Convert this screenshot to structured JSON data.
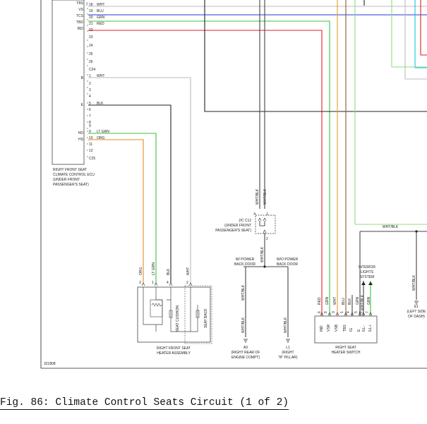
{
  "ecu": {
    "pins_top": [
      {
        "name": "TBS",
        "num": "18",
        "wire": "WHT"
      },
      {
        "name": "VS",
        "num": "19",
        "wire": "BLU"
      },
      {
        "name": "TCS",
        "num": "20",
        "wire": "GRN"
      },
      {
        "name": "TBD",
        "num": "21",
        "wire": "RED"
      },
      {
        "name": "IND",
        "num": "22",
        "wire": ""
      }
    ],
    "pins_mid": [
      "23",
      "24",
      "25",
      "26",
      "C24"
    ],
    "pins_lower": [
      {
        "name": "B",
        "num": "1",
        "wire": "WHT"
      },
      {
        "name": "",
        "num": "2",
        "wire": ""
      },
      {
        "name": "",
        "num": "3",
        "wire": ""
      },
      {
        "name": "",
        "num": "4",
        "wire": ""
      },
      {
        "name": "E",
        "num": "5",
        "wire": "BLK"
      },
      {
        "name": "",
        "num": "6",
        "wire": ""
      },
      {
        "name": "",
        "num": "7",
        "wire": ""
      },
      {
        "name": "",
        "num": "8",
        "wire": ""
      },
      {
        "name": "",
        "num": "9",
        "wire": ""
      },
      {
        "name": "HD",
        "num": "9",
        "wire": "LT GRN"
      },
      {
        "name": "HS",
        "num": "10",
        "wire": "ORG"
      },
      {
        "name": "",
        "num": "11",
        "wire": ""
      },
      {
        "name": "",
        "num": "12",
        "wire": ""
      },
      {
        "name": "",
        "num": "C25",
        "wire": ""
      }
    ],
    "label_lines": [
      "RIGHT FRONT SEAT",
      "CLIMATE CONTROL ECU",
      "(UNDER FRONT",
      "PASSENGER'S SEAT)"
    ]
  },
  "jc": {
    "label_lines": [
      "J/C C12",
      "(UNDER FRONT",
      "PASSENGER'S SEAT)"
    ],
    "pins": [
      "4",
      "1",
      "2"
    ],
    "wire_top_a": "WHT/BLK",
    "wire_top_b": "WHT/BLK",
    "wire_down": "WHT/BLK"
  },
  "power": {
    "left_lines": [
      "W/ POWER",
      "BACK DOOR"
    ],
    "right_lines": [
      "W/O POWER",
      "BACK DOOR"
    ],
    "wire_left": "WHT/BLK",
    "wire_left_low": "WHT/BLK",
    "wire_right": "WHT/BLK"
  },
  "grounds": {
    "a3_lines": [
      "A3",
      "(RIGHT REAR OF",
      "ENGINE COMPT)"
    ],
    "l1_lines": [
      "L1",
      "(RIGHT",
      "\"B\" PILLAR)"
    ],
    "e1_lines": [
      "E1",
      "(LEFT SIDE",
      "OF DASH)"
    ],
    "e1_wire": "WHT/BLK"
  },
  "heater": {
    "pins": [
      "3",
      "1",
      "4",
      "2"
    ],
    "wires": [
      "ORG",
      "LT GRN",
      "BLK",
      "WHT"
    ],
    "cushion": "SEAT CUSHION",
    "back": "SEAT BACK",
    "label_lines": [
      "RIGHT FRONT SEAT",
      "HEATER ASSEMBLY"
    ]
  },
  "switch": {
    "pins": [
      "6",
      "8",
      "3",
      "1",
      "4",
      "5",
      "2",
      "7"
    ],
    "wires": [
      "RED",
      "GRN",
      "WHT",
      "BLU",
      "BLK",
      "GRN",
      "WHT/BLK",
      "GRN"
    ],
    "terminals": [
      "IND",
      "VSR",
      "VSB",
      "TBS",
      "IG",
      "E",
      "ILL-",
      "ILL+"
    ],
    "label_lines": [
      "RIGHT SEAT",
      "HEATER SWITCH"
    ],
    "bus_wire": "WHT/BLK"
  },
  "interior": {
    "lines": [
      "INTERIOR",
      "LIGHTS",
      "SYSTEM"
    ]
  },
  "code": "321808",
  "caption": "Fig. 86: Climate Control Seats Circuit (1 of 2)"
}
